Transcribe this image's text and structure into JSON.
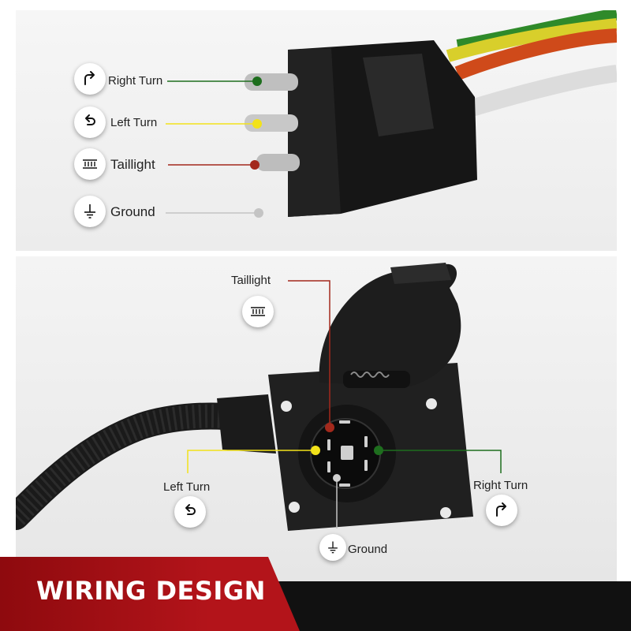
{
  "top": {
    "connector": "4-flat",
    "labels": {
      "right_turn": "Right Turn",
      "left_turn": "Left Turn",
      "taillight": "Taillight",
      "ground": "Ground"
    },
    "icons": [
      "right-turn-arrow-icon",
      "left-turn-arrow-icon",
      "taillight-icon",
      "ground-icon"
    ]
  },
  "bottom": {
    "connector": "7-way-round",
    "labels": {
      "taillight": "Taillight",
      "left_turn": "Left Turn",
      "right_turn": "Right Turn",
      "ground": "Ground"
    }
  },
  "colors": {
    "right_turn": "#1e6e1e",
    "left_turn": "#f2e21a",
    "taillight": "#a3291c",
    "ground": "#c4c4c4",
    "footer_red": "#b3141a",
    "footer_dark": "#111111"
  },
  "footer": {
    "title": "WIRING DESIGN"
  }
}
